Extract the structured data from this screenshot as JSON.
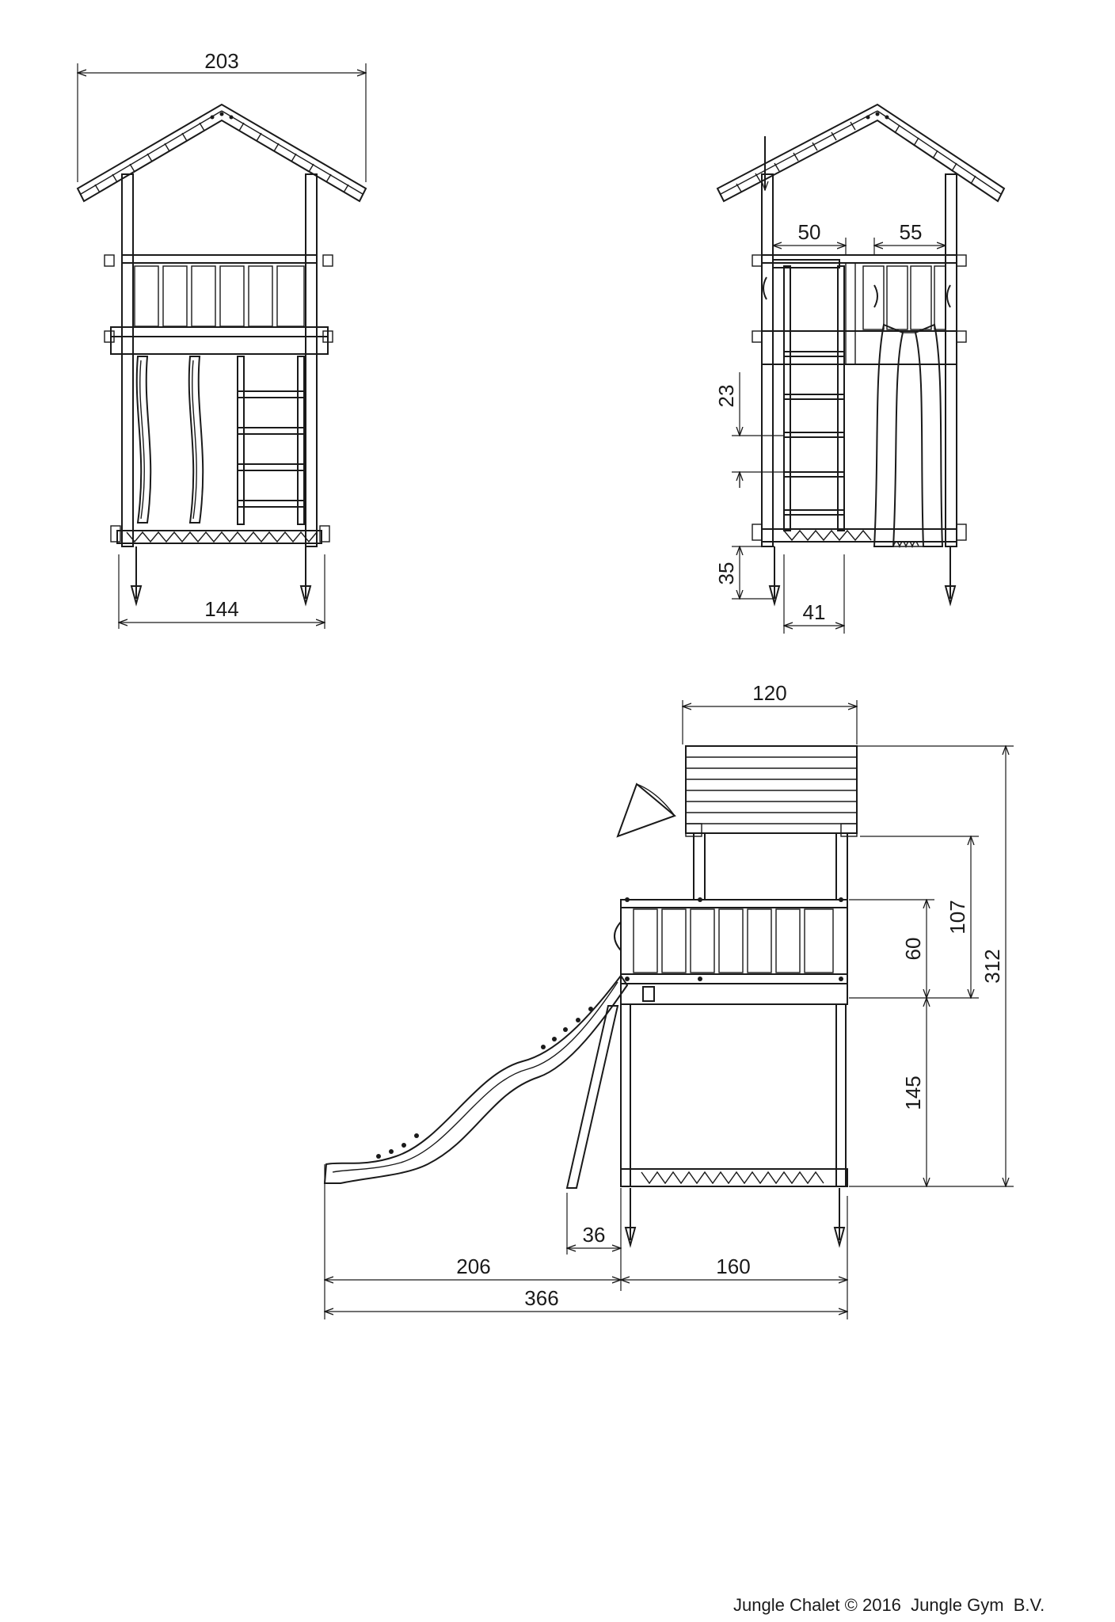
{
  "front_view": {
    "overall_width": "203",
    "base_width": "144"
  },
  "side_view": {
    "ladder_width": "50",
    "slide_width": "55",
    "rung_spacing": "23",
    "ground_anchor": "35",
    "anchor_offset": "41"
  },
  "elevation_view": {
    "roof_width": "120",
    "total_height": "312",
    "roof_to_rail": "107",
    "rail_height": "60",
    "deck_height": "145",
    "ladder_offset": "36",
    "slide_length": "206",
    "tower_depth": "160",
    "total_length": "366"
  },
  "footer": {
    "title": "Jungle Chalet © 2016  Jungle Gym  B.V."
  }
}
